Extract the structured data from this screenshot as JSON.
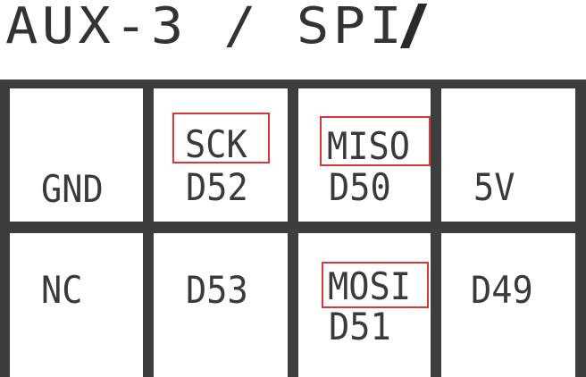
{
  "header": {
    "title": "AUX-3 / SPI"
  },
  "grid": {
    "rows": [
      [
        {
          "function": "",
          "pin": "GND"
        },
        {
          "function": "SCK",
          "pin": "D52"
        },
        {
          "function": "MISO",
          "pin": "D50"
        },
        {
          "function": "",
          "pin": "5V"
        }
      ],
      [
        {
          "function": "",
          "pin": "NC"
        },
        {
          "function": "",
          "pin": "D53"
        },
        {
          "function": "MOSI",
          "pin": "D51"
        },
        {
          "function": "",
          "pin": "D49"
        }
      ]
    ]
  },
  "colors": {
    "highlight_border": "#d63838",
    "grid_line": "#3d3d3d",
    "text": "#3a3a3a"
  }
}
